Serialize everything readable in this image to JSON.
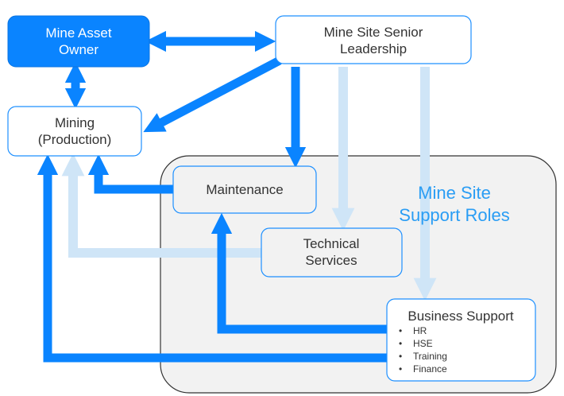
{
  "colors": {
    "dark_arrow": "#0a84ff",
    "light_arrow": "#cfe5f7",
    "owner_fill": "#0a84ff",
    "node_border": "#1e90ff",
    "region_fill": "#f2f2f2",
    "region_border": "#333333",
    "region_text": "#2a9df4"
  },
  "nodes": {
    "owner": {
      "line1": "Mine Asset",
      "line2": "Owner"
    },
    "leadership": {
      "line1": "Mine Site Senior",
      "line2": "Leadership"
    },
    "mining": {
      "line1": "Mining",
      "line2": "(Production)"
    },
    "maintenance": {
      "label": "Maintenance"
    },
    "technical": {
      "line1": "Technical",
      "line2": "Services"
    },
    "business": {
      "title": "Business Support",
      "items": [
        "HR",
        "HSE",
        "Training",
        "Finance"
      ]
    }
  },
  "region": {
    "line1": "Mine Site",
    "line2": "Support Roles"
  }
}
